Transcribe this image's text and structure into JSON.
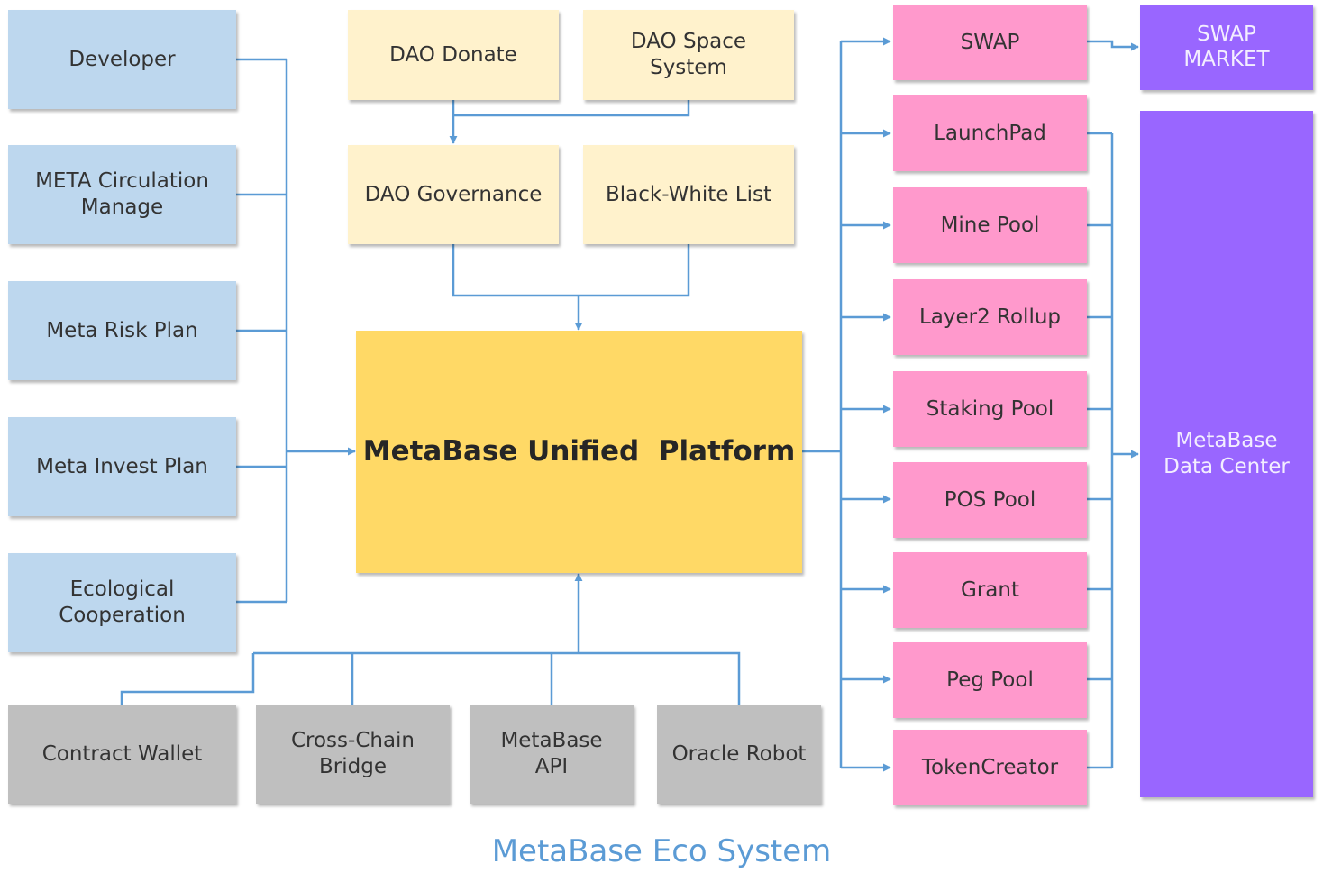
{
  "left_column": [
    {
      "id": "developer",
      "label": "Developer"
    },
    {
      "id": "meta-circulation-manage",
      "label": "META Circulation\nManage"
    },
    {
      "id": "meta-risk-plan",
      "label": "Meta Risk Plan"
    },
    {
      "id": "meta-invest-plan",
      "label": "Meta Invest Plan"
    },
    {
      "id": "ecological-cooperation",
      "label": "Ecological\nCooperation"
    }
  ],
  "dao": {
    "donate": "DAO Donate",
    "space_system": "DAO Space\nSystem",
    "governance": "DAO Governance",
    "black_white_list": "Black-White List"
  },
  "center": {
    "label": "MetaBase Unified  Platform"
  },
  "bottom_row": [
    {
      "id": "contract-wallet",
      "label": "Contract Wallet"
    },
    {
      "id": "cross-chain-bridge",
      "label": "Cross-Chain\nBridge"
    },
    {
      "id": "metabase-api",
      "label": "MetaBase\nAPI"
    },
    {
      "id": "oracle-robot",
      "label": "Oracle Robot"
    }
  ],
  "right_column": [
    {
      "id": "swap",
      "label": "SWAP"
    },
    {
      "id": "launchpad",
      "label": "LaunchPad"
    },
    {
      "id": "mine-pool",
      "label": "Mine Pool"
    },
    {
      "id": "layer2-rollup",
      "label": "Layer2 Rollup"
    },
    {
      "id": "staking-pool",
      "label": "Staking Pool"
    },
    {
      "id": "pos-pool",
      "label": "POS Pool"
    },
    {
      "id": "grant",
      "label": "Grant"
    },
    {
      "id": "peg-pool",
      "label": "Peg Pool"
    },
    {
      "id": "tokencreator",
      "label": "TokenCreator"
    }
  ],
  "far_right": {
    "swap_market": "SWAP\nMARKET",
    "data_center": "MetaBase\nData Center"
  },
  "caption": "MetaBase Eco System",
  "colors": {
    "connector": "#5b9bd5",
    "left_boxes": "#bdd7ee",
    "dao_boxes": "#fff2cc",
    "platform": "#ffd966",
    "bottom_boxes": "#bfbfbf",
    "right_boxes": "#ff99cc",
    "far_right_boxes": "#9966ff"
  }
}
